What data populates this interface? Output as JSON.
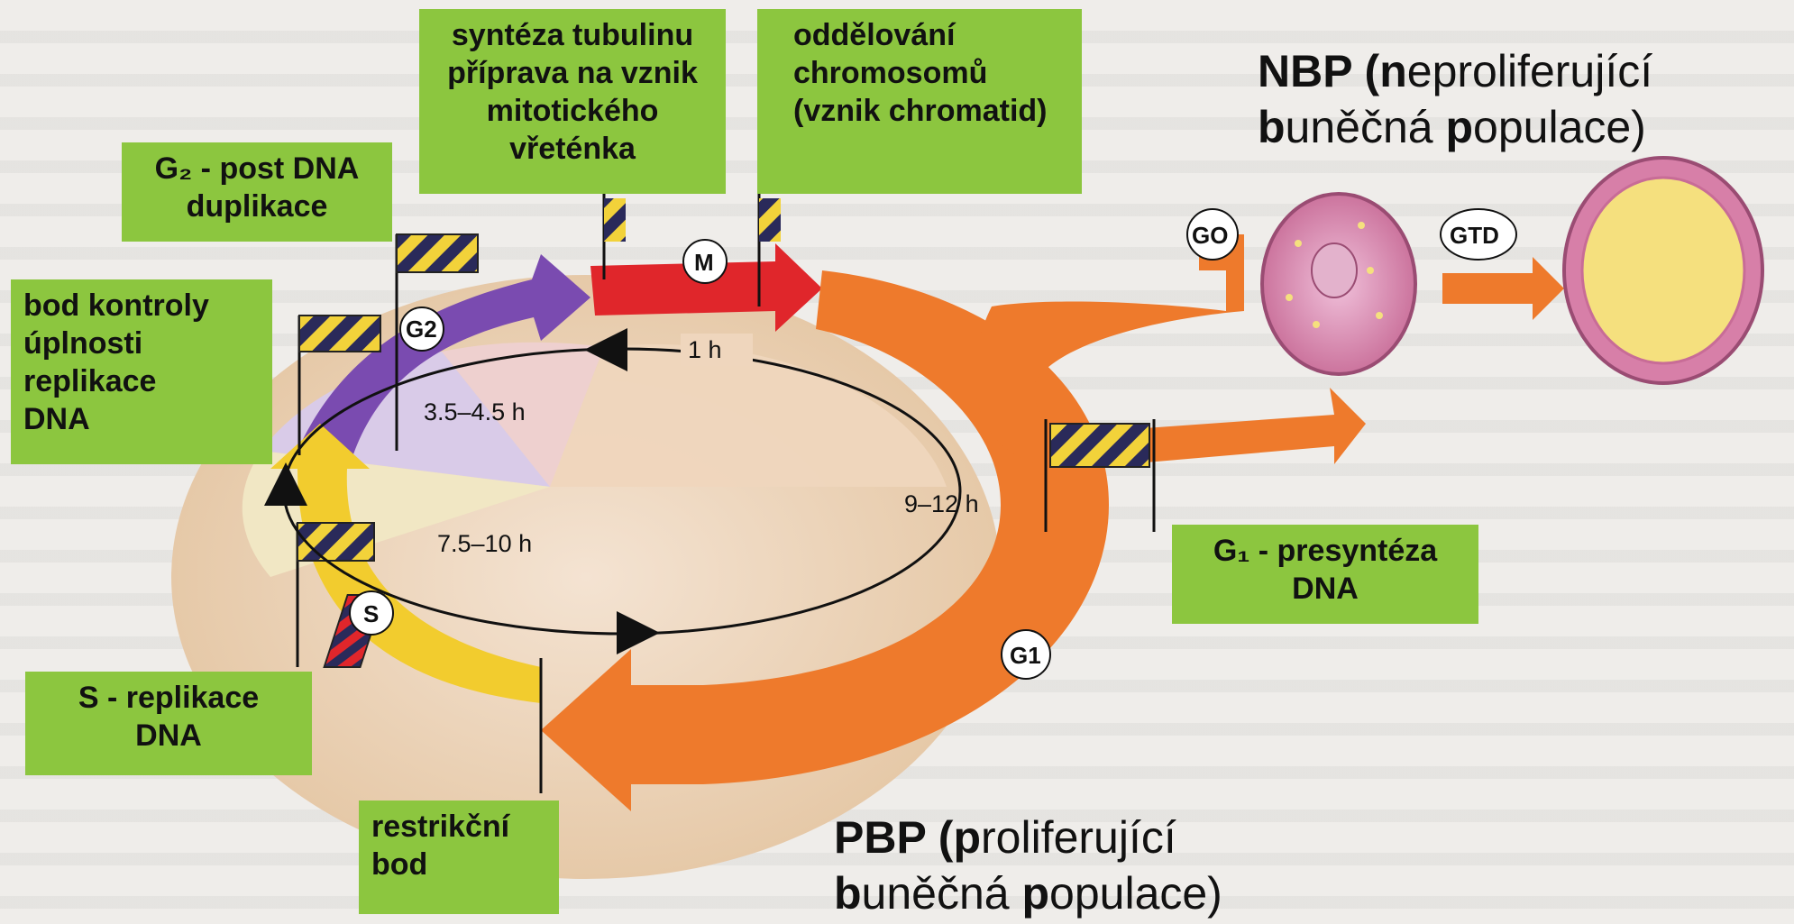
{
  "boxes": {
    "tubulin": "syntéza tubulinu\npříprava na vznik\nmitotického\nvřeténka",
    "separation": "oddělování\nchromosomů\n(vznik chromatid)",
    "g2": "G₂ - post DNA\nduplikace",
    "checkpoint": "bod kontroly\núplnosti\nreplikace\nDNA",
    "g1": "G₁ - presyntéza\nDNA",
    "s": "S  - replikace\nDNA",
    "restriction": "restrikční\nbod"
  },
  "nbp": {
    "line1_bold_letter": "N",
    "line1_bold_word": "NBP (",
    "line1_n": "n",
    "line1_rest": "eproliferující",
    "line2_b": "b",
    "line2_mid": "uněčná ",
    "line2_p": "p",
    "line2_rest": "opulace)"
  },
  "pbp": {
    "line1_prefix": "PBP (",
    "line1_p": "p",
    "line1_rest": "roliferující",
    "line2_b": "b",
    "line2_mid": "uněčná ",
    "line2_p": "p",
    "line2_rest": "opulace)"
  },
  "phases": {
    "m": "M",
    "g2": "G2",
    "s": "S",
    "g1": "G1",
    "g0": "GO",
    "gtd": "GTD"
  },
  "durations": {
    "m": "1 h",
    "g2": "3.5–4.5 h",
    "s": "7.5–10 h",
    "g1": "9–12 h"
  },
  "colors": {
    "box_green": "#8cc63f",
    "m_red": "#e0262b",
    "g2_purple": "#7a4bb0",
    "s_yellow": "#f2cc2e",
    "g1_orange": "#ee7a2c",
    "cell_pink": "#d77fa8",
    "cell_yellow": "#f5e07e"
  }
}
